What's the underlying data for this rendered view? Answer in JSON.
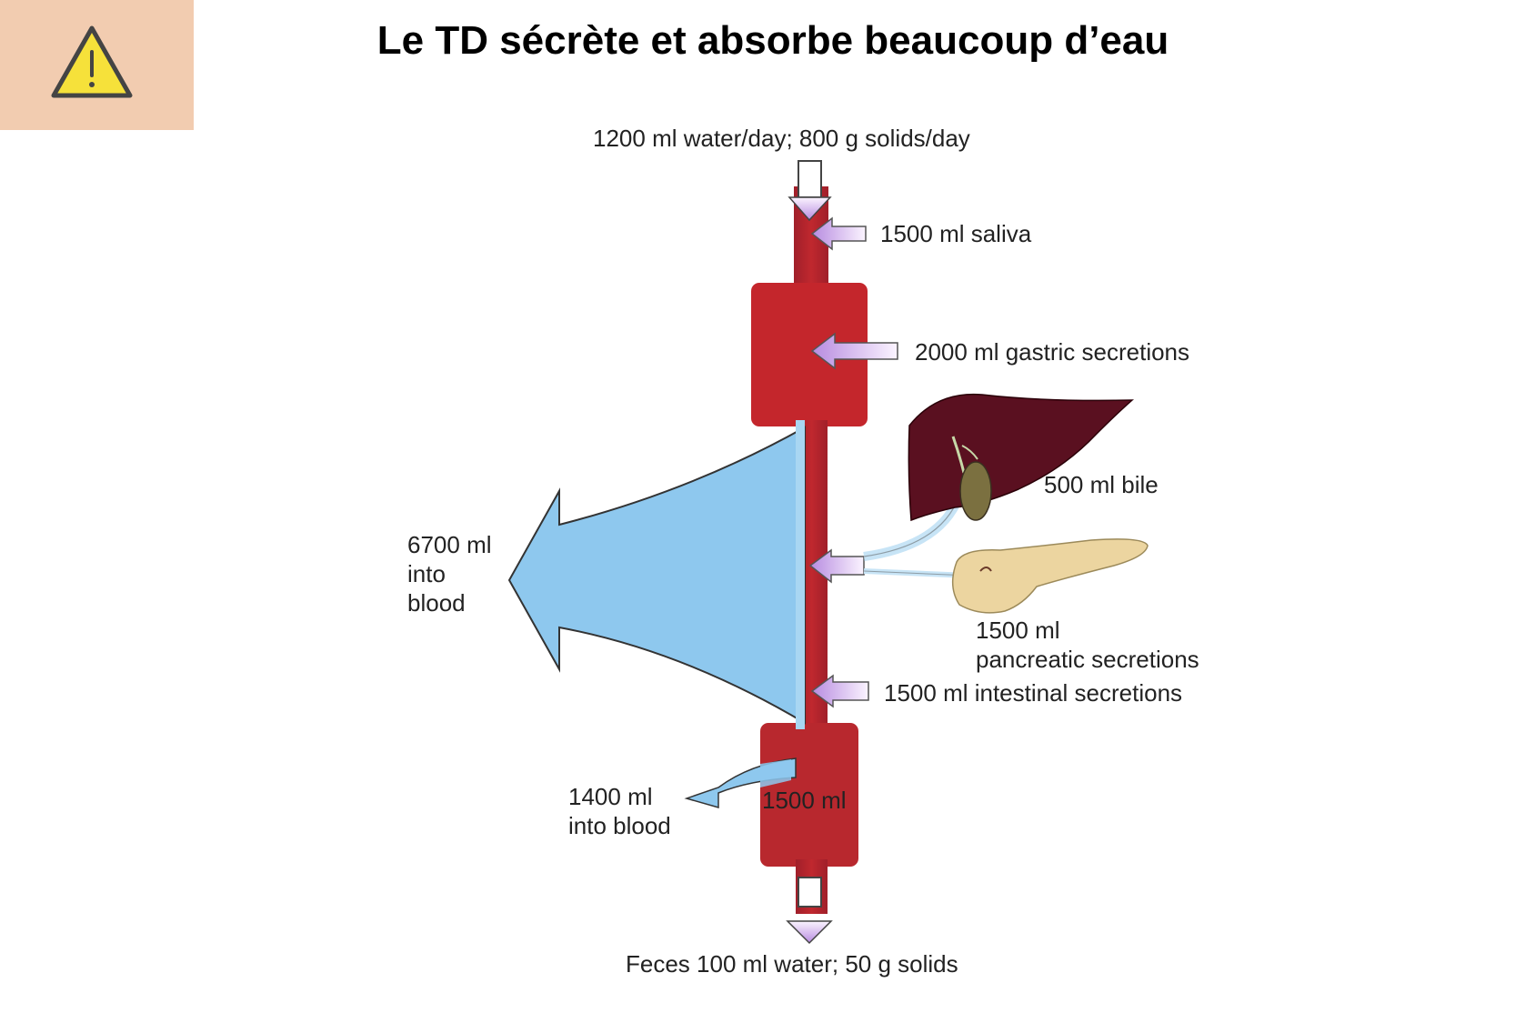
{
  "title": "Le TD sécrète et absorbe beaucoup d’eau",
  "warning_icon": "warning-triangle-icon",
  "colors": {
    "warning_bg": "#f2ccb0",
    "warning_yellow": "#f6e13a",
    "gut": "#b8282e",
    "absorption": "#8ec8ee",
    "liver": "#5a1020",
    "pancreas": "#ecd5a0",
    "secretion_arrow": "#c9a5e0"
  },
  "labels": {
    "intake": "1200 ml water/day; 800 g solids/day",
    "saliva": "1500 ml saliva",
    "gastric": "2000 ml gastric secretions",
    "bile": "500 ml bile",
    "into_blood_large_amount": "6700 ml",
    "into_blood_large_line2": "into",
    "into_blood_large_line3": "blood",
    "pancreatic_line1": "1500 ml",
    "pancreatic_line2": "pancreatic secretions",
    "intestinal": "1500 ml intestinal secretions",
    "into_blood_small_amount": "1400 ml",
    "into_blood_small_line2": "into blood",
    "colon_content": "1500 ml",
    "feces": "Feces 100 ml water; 50 g solids"
  }
}
